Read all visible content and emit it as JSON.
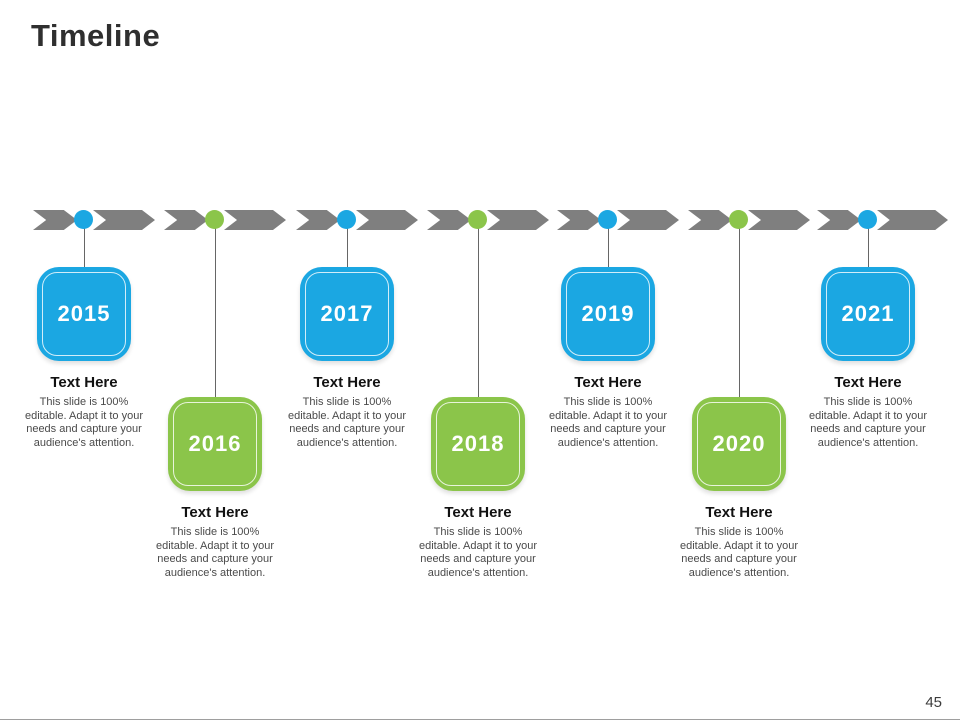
{
  "slide": {
    "title": "Timeline",
    "page_number": "45"
  },
  "colors": {
    "blue": "#1ba7e2",
    "green": "#8bc54a",
    "arrow_gray": "#7f7f7f",
    "connector_gray": "#666666"
  },
  "entries": [
    {
      "year": "2015",
      "color": "blue",
      "heading": "Text Here",
      "description": "This slide is 100% editable. Adapt it to your needs and capture your audience's attention."
    },
    {
      "year": "2016",
      "color": "green",
      "heading": "Text Here",
      "description": "This slide is 100% editable. Adapt it to your needs and capture your audience's attention."
    },
    {
      "year": "2017",
      "color": "blue",
      "heading": "Text Here",
      "description": "This slide is 100% editable. Adapt it to your needs and capture your audience's attention."
    },
    {
      "year": "2018",
      "color": "green",
      "heading": "Text Here",
      "description": "This slide is 100% editable. Adapt it to your needs and capture your audience's attention."
    },
    {
      "year": "2019",
      "color": "blue",
      "heading": "Text Here",
      "description": "This slide is 100% editable. Adapt it to your needs and capture your audience's attention."
    },
    {
      "year": "2020",
      "color": "green",
      "heading": "Text Here",
      "description": "This slide is 100% editable. Adapt it to your needs and capture your audience's attention."
    },
    {
      "year": "2021",
      "color": "blue",
      "heading": "Text Here",
      "description": "This slide is 100% editable. Adapt it to your needs and capture your audience's attention."
    }
  ]
}
